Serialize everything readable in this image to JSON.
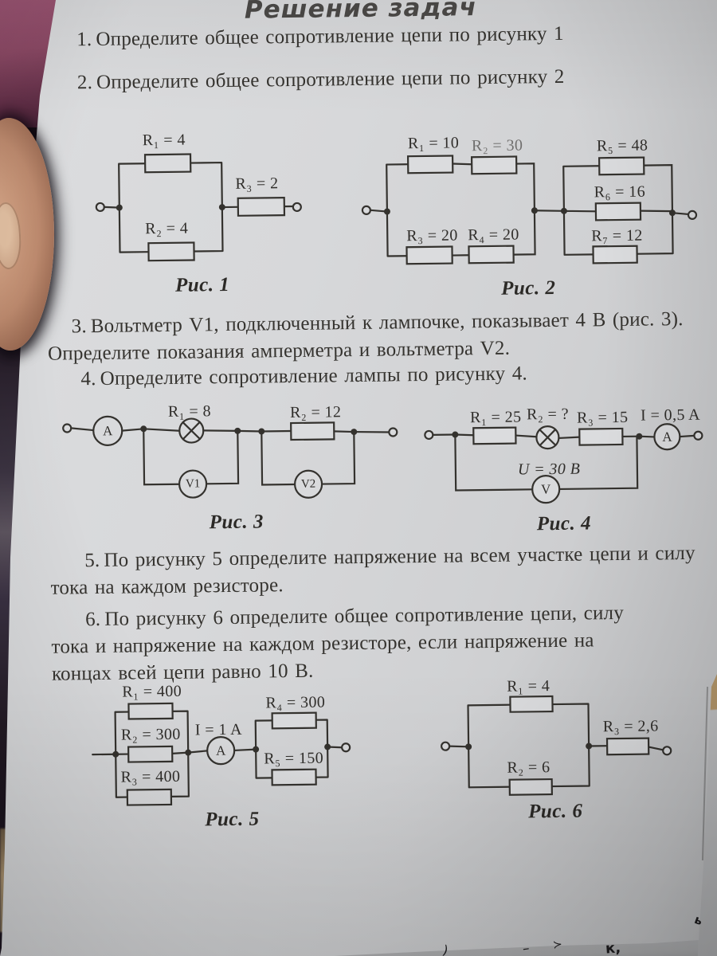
{
  "document": {
    "title": "Решение задач",
    "problems": {
      "p1": {
        "num": "1.",
        "line1": "Определите общее сопротивление цепи по рисунку 1"
      },
      "p2": {
        "num": "2.",
        "line1": "Определите общее сопротивление цепи по рисунку 2"
      },
      "p3": {
        "num": "3.",
        "line1": "Вольтметр V1, подключенный к лампочке, показывает 4 В (рис. 3).",
        "line2": "Определите показания амперметра и вольтметра V2."
      },
      "p4": {
        "num": "4.",
        "line1": "Определите сопротивление лампы по рисунку 4."
      },
      "p5": {
        "num": "5.",
        "line1": "По рисунку 5 определите напряжение на всем участке цепи и силу",
        "line2": "тока на каждом резисторе."
      },
      "p6": {
        "num": "6.",
        "line1": "По рисунку 6 определите общее сопротивление цепи, силу",
        "line2": "тока и напряжение на каждом резисторе, если напряжение на",
        "line3": "концах всей цепи равно 10 В."
      }
    },
    "figures": {
      "fig1": {
        "caption": "Рис. 1",
        "r1": "R₁ = 4",
        "r2": "R₂ = 4",
        "r3": "R₃ = 2"
      },
      "fig2": {
        "caption": "Рис. 2",
        "r1": "R₁ = 10",
        "r2": "R₂ = 30",
        "r3": "R₃ = 20",
        "r4": "R₄ = 20",
        "r5": "R₅ = 48",
        "r6": "R₆ = 16",
        "r7": "R₇ = 12"
      },
      "fig3": {
        "caption": "Рис. 3",
        "r1": "R₁ = 8",
        "r2": "R₂ = 12",
        "ammeter": "A",
        "v1": "V1",
        "v2": "V2"
      },
      "fig4": {
        "caption": "Рис. 4",
        "r1": "R₁ = 25",
        "r2": "R₂ = ?",
        "r3": "R₃ = 15",
        "current": "I = 0,5 A",
        "voltage": "U = 30 В",
        "ammeter": "A",
        "voltmeter": "V"
      },
      "fig5": {
        "caption": "Рис. 5",
        "r1": "R₁ = 400",
        "r2": "R₂ = 300",
        "r3": "R₃ = 400",
        "r4": "R₄ = 300",
        "r5": "R₅ = 150",
        "current": "I = 1 A",
        "ammeter": "A"
      },
      "fig6": {
        "caption": "Рис. 6",
        "r1": "R₁ = 4",
        "r2": "R₂ = 6",
        "r3": "R₃ = 2,6"
      }
    },
    "scrap": {
      "m1": ")",
      "m2": "–",
      "m3": "≻",
      "m4": "к,",
      "m5": "ь"
    }
  }
}
